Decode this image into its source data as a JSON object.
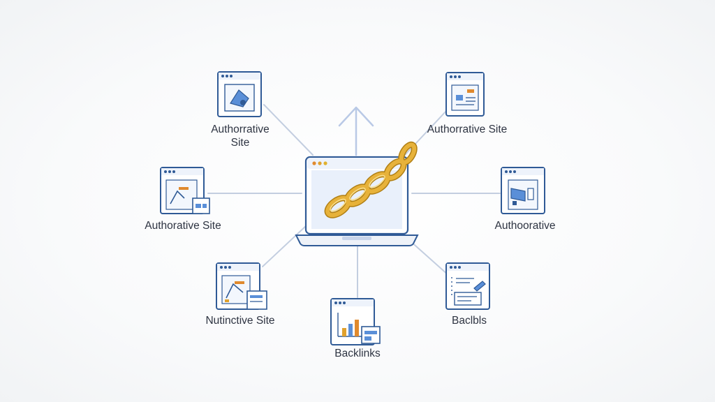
{
  "colors": {
    "connector": "#c3cee0",
    "frame_stroke": "#2f5a96",
    "frame_fill": "#ffffff",
    "titlebar": "#4a7fd4",
    "accent_blue": "#5a8fd8",
    "chain_gold": "#e7b23a",
    "chain_dark": "#b07f14",
    "label_text": "#2e3442"
  },
  "center": {
    "name": "laptop",
    "icon": "chain-link-icon"
  },
  "nodes": [
    {
      "id": "top-left",
      "label_lines": [
        "Authorrative",
        "Site"
      ],
      "icon": "site-page-icon"
    },
    {
      "id": "top-right",
      "label_lines": [
        "Authorrative Site"
      ],
      "icon": "site-page-icon"
    },
    {
      "id": "mid-left",
      "label_lines": [
        "Authorative Site"
      ],
      "icon": "site-page-icon"
    },
    {
      "id": "mid-right",
      "label_lines": [
        "Authoorative"
      ],
      "icon": "site-page-icon"
    },
    {
      "id": "bottom-left",
      "label_lines": [
        "Nutinctive Site"
      ],
      "icon": "site-page-icon"
    },
    {
      "id": "bottom-center",
      "label_lines": [
        "Backlinks"
      ],
      "icon": "bar-chart-page-icon"
    },
    {
      "id": "bottom-right",
      "label_lines": [
        "Baclbls"
      ],
      "icon": "site-page-icon"
    }
  ]
}
